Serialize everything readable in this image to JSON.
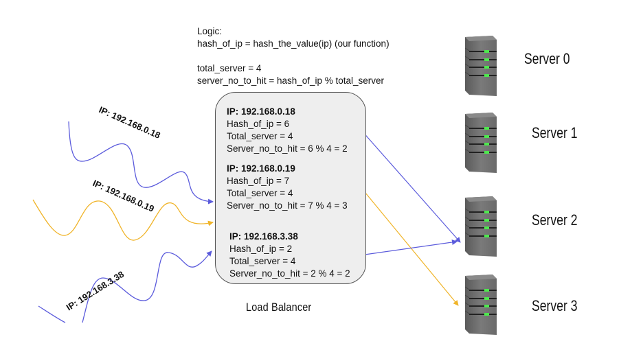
{
  "logic": {
    "lines": [
      "Logic:",
      "hash_of_ip = hash_the_value(ip) (our function)",
      "",
      "total_server = 4",
      "server_no_to_hit = hash_of_ip % total_server"
    ]
  },
  "load_balancer": {
    "label": "Load Balancer",
    "blocks": [
      {
        "ip": "IP: 192.168.0.18",
        "hash": "Hash_of_ip = 6",
        "total": "Total_server = 4",
        "result": "Server_no_to_hit = 6 % 4 = 2"
      },
      {
        "ip": "IP: 192.168.0.19",
        "hash": "Hash_of_ip = 7",
        "total": "Total_server = 4",
        "result": "Server_no_to_hit = 7 % 4 = 3"
      },
      {
        "ip": "IP: 192.168.3.38",
        "hash": "Hash_of_ip = 2",
        "total": "Total_server = 4",
        "result": "Server_no_to_hit = 2 % 4 = 2"
      }
    ]
  },
  "requests": [
    {
      "label": "IP: 192.168.0.18",
      "color": "#5b5bdc",
      "target_server": 2
    },
    {
      "label": "IP: 192.168.0.19",
      "color": "#f0b429",
      "target_server": 3
    },
    {
      "label": "IP: 192.168.3.38",
      "color": "#5b5bdc",
      "target_server": 2
    }
  ],
  "servers": [
    {
      "label": "Server 0"
    },
    {
      "label": "Server 1"
    },
    {
      "label": "Server 2"
    },
    {
      "label": "Server 3"
    }
  ],
  "colors": {
    "blue_flow": "#5b5bdc",
    "yellow_flow": "#f0b429",
    "led": "#4ee84e",
    "server_body": "#6e6e6e",
    "box_fill": "#eeeeee"
  }
}
